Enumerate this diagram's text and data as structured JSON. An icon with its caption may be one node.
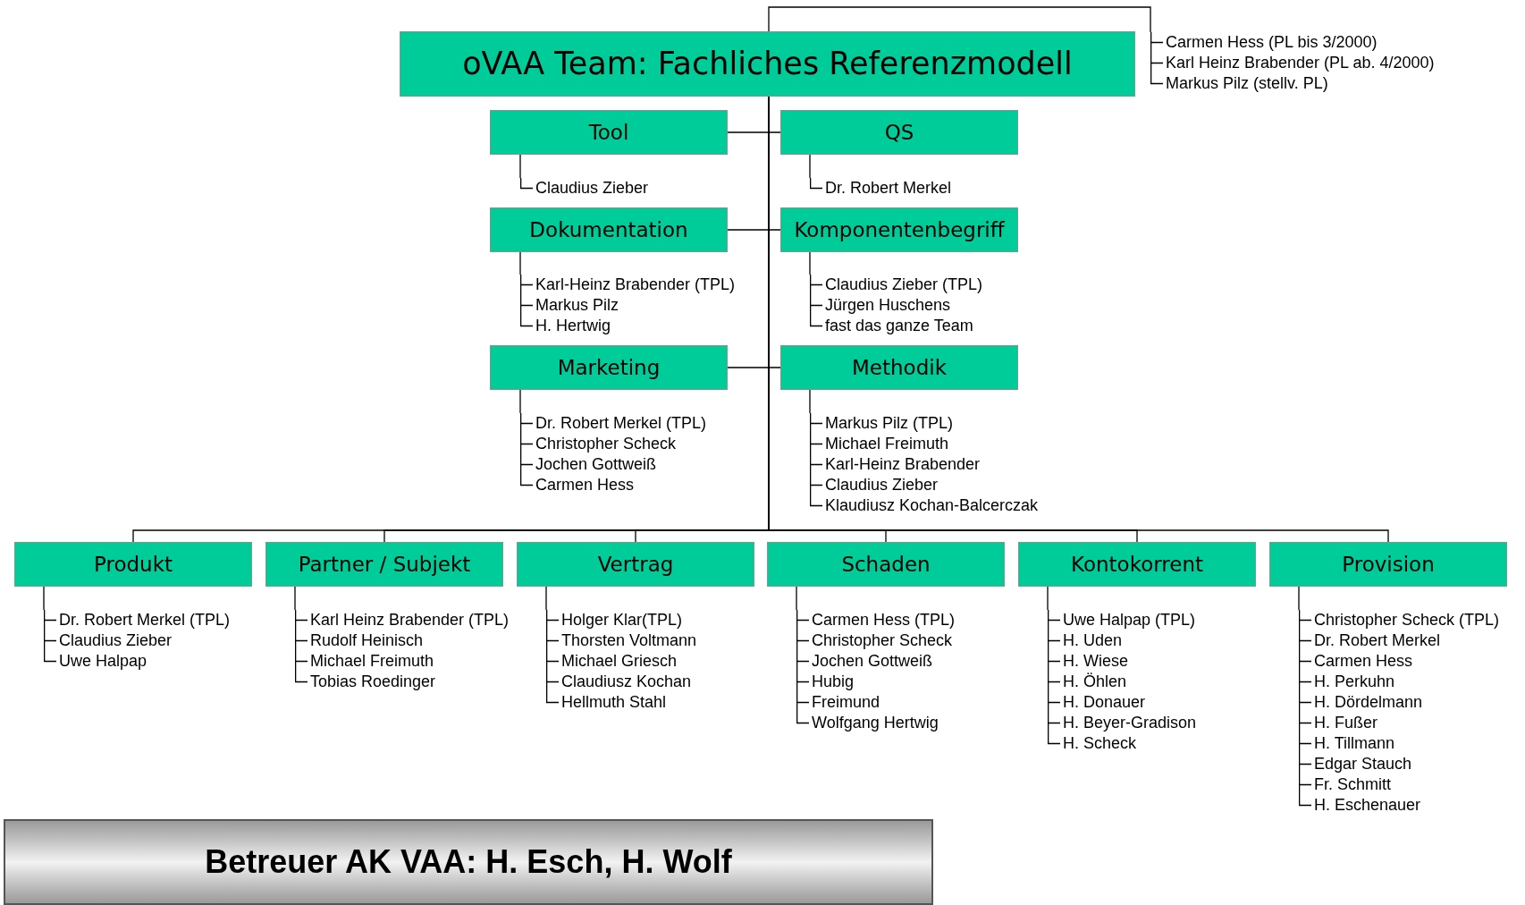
{
  "diagram": {
    "nodes": [
      {
        "text": [
          "oVAA Team: Fachliches Referenzmodell"
        ]
      },
      {
        "text": [
          "Carmen Hess (PL bis 3/2000)",
          "Karl Heinz Brabender (PL ab. 4/2000)",
          "Markus Pilz (stellv. PL)"
        ]
      },
      {
        "text": [
          "Tool"
        ]
      },
      {
        "text": [
          "QS"
        ]
      },
      {
        "text": [
          "Claudius Zieber"
        ]
      },
      {
        "text": [
          "Dr. Robert Merkel"
        ]
      },
      {
        "text": [
          "Dokumentation"
        ]
      },
      {
        "text": [
          "Komponentenbegriff"
        ]
      },
      {
        "text": [
          "Karl-Heinz Brabender (TPL)",
          "Markus Pilz",
          "H. Hertwig"
        ]
      },
      {
        "text": [
          "Claudius Zieber (TPL)",
          "Jürgen Huschens",
          "fast das ganze Team"
        ]
      },
      {
        "text": [
          "Marketing"
        ]
      },
      {
        "text": [
          "Methodik"
        ]
      },
      {
        "text": [
          "Dr. Robert Merkel (TPL)",
          "Christopher Scheck",
          "Jochen Gottweiß",
          "Carmen Hess"
        ]
      },
      {
        "text": [
          "Markus Pilz (TPL)",
          "Michael Freimuth",
          "Karl-Heinz Brabender",
          "Claudius Zieber",
          "Klaudiusz Kochan-Balcerczak"
        ]
      },
      {
        "text": [
          "Produkt"
        ]
      },
      {
        "text": [
          "Partner / Subjekt"
        ]
      },
      {
        "text": [
          "Vertrag"
        ]
      },
      {
        "text": [
          "Schaden"
        ]
      },
      {
        "text": [
          "Kontokorrent"
        ]
      },
      {
        "text": [
          "Provision"
        ]
      },
      {
        "text": [
          "Dr. Robert Merkel (TPL)",
          "Claudius Zieber",
          "Uwe Halpap"
        ]
      },
      {
        "text": [
          "Karl Heinz Brabender (TPL)",
          "Rudolf Heinisch",
          "Michael Freimuth",
          "Tobias Roedinger"
        ]
      },
      {
        "text": [
          "Holger Klar(TPL)",
          "Thorsten Voltmann",
          "Michael Griesch",
          "Claudiusz Kochan",
          "Hellmuth Stahl"
        ]
      },
      {
        "text": [
          "Carmen Hess (TPL)",
          "Christopher Scheck",
          "Jochen Gottweiß",
          "Hubig",
          "Freimund",
          "Wolfgang Hertwig"
        ]
      },
      {
        "text": [
          "Uwe Halpap (TPL)",
          "H. Uden",
          "H. Wiese",
          "H. Öhlen",
          "H. Donauer",
          "H. Beyer-Gradison",
          "H. Scheck"
        ]
      },
      {
        "text": [
          "Christopher Scheck (TPL)",
          "Dr. Robert Merkel",
          "Carmen Hess",
          "H. Perkuhn",
          "H. Dördelmann",
          "H. Fußer",
          "H. Tillmann",
          "Edgar Stauch",
          "Fr. Schmitt",
          "H. Eschenauer"
        ]
      },
      {
        "text": [
          "Betreuer AK VAA: H. Esch, H. Wolf"
        ]
      }
    ],
    "edges": [
      {
        "from": 0,
        "to": 1,
        "arrow": "none"
      },
      {
        "from": 0,
        "to": 2,
        "arrow": "none"
      },
      {
        "from": 0,
        "to": 3,
        "arrow": "none"
      },
      {
        "from": 2,
        "to": 4,
        "arrow": "none"
      },
      {
        "from": 3,
        "to": 5,
        "arrow": "none"
      },
      {
        "from": 0,
        "to": 6,
        "arrow": "none"
      },
      {
        "from": 0,
        "to": 7,
        "arrow": "none"
      },
      {
        "from": 6,
        "to": 8,
        "arrow": "none"
      },
      {
        "from": 7,
        "to": 9,
        "arrow": "none"
      },
      {
        "from": 0,
        "to": 10,
        "arrow": "none"
      },
      {
        "from": 0,
        "to": 11,
        "arrow": "none"
      },
      {
        "from": 10,
        "to": 12,
        "arrow": "none"
      },
      {
        "from": 11,
        "to": 13,
        "arrow": "none"
      },
      {
        "from": 0,
        "to": 14,
        "arrow": "none"
      },
      {
        "from": 0,
        "to": 15,
        "arrow": "none"
      },
      {
        "from": 0,
        "to": 16,
        "arrow": "none"
      },
      {
        "from": 0,
        "to": 17,
        "arrow": "none"
      },
      {
        "from": 0,
        "to": 18,
        "arrow": "none"
      },
      {
        "from": 0,
        "to": 19,
        "arrow": "none"
      },
      {
        "from": 14,
        "to": 20,
        "arrow": "none"
      },
      {
        "from": 15,
        "to": 21,
        "arrow": "none"
      },
      {
        "from": 16,
        "to": 22,
        "arrow": "none"
      },
      {
        "from": 17,
        "to": 23,
        "arrow": "none"
      },
      {
        "from": 18,
        "to": 24,
        "arrow": "none"
      },
      {
        "from": 19,
        "to": 25,
        "arrow": "none"
      }
    ]
  }
}
